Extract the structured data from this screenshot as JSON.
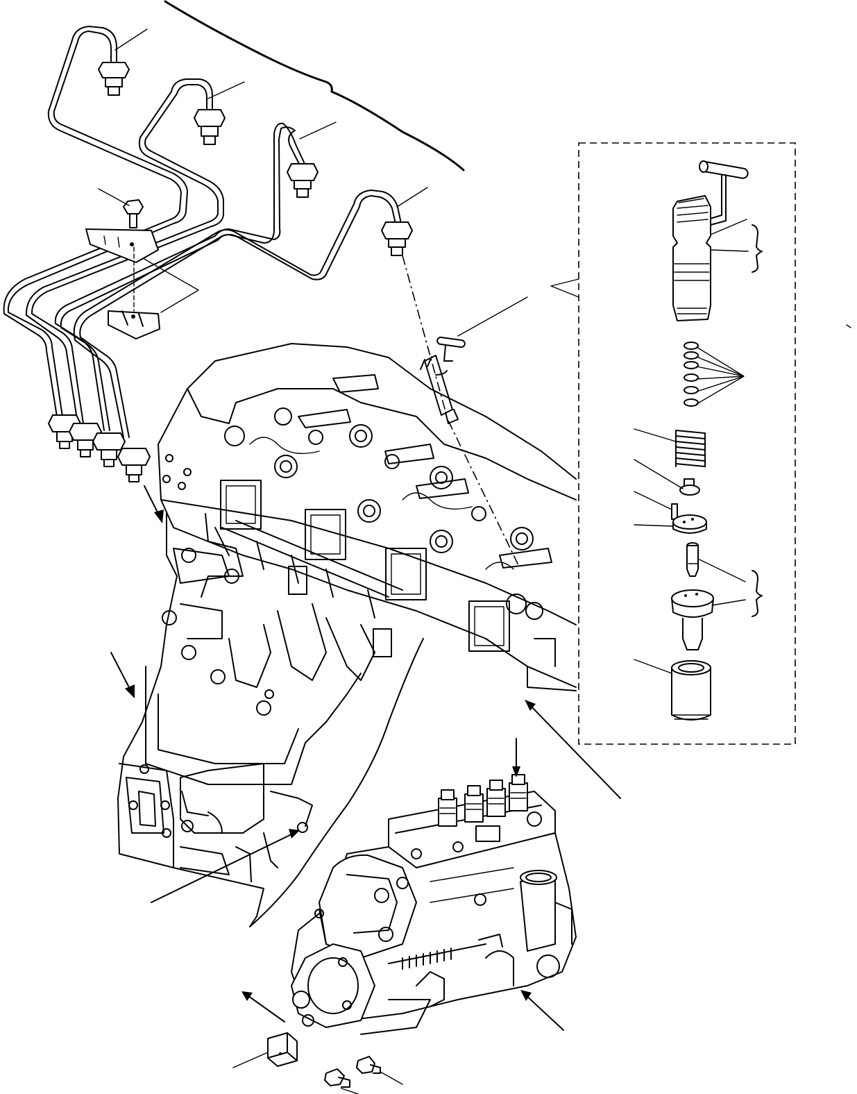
{
  "diagram": {
    "kind": "exploded parts view",
    "components": [
      {
        "id": "injection-pipes",
        "icon": "fuel-pipe-icon"
      },
      {
        "id": "pipe-clamp",
        "icon": "clamp-icon"
      },
      {
        "id": "clamp-bolt",
        "icon": "bolt-icon"
      },
      {
        "id": "cylinder-head",
        "icon": "cylinder-head-icon"
      },
      {
        "id": "cylinder-block",
        "icon": "engine-block-icon"
      },
      {
        "id": "fuel-injector",
        "icon": "injector-icon"
      },
      {
        "id": "injection-pump",
        "icon": "pump-icon"
      },
      {
        "id": "pump-bracket",
        "icon": "bracket-icon"
      }
    ],
    "injector_detail_parts": [
      {
        "id": "leak-off-pipe",
        "icon": "pipe-icon"
      },
      {
        "id": "injector-body",
        "icon": "injector-body-icon"
      },
      {
        "id": "shims",
        "icon": "washer-icon"
      },
      {
        "id": "spring",
        "icon": "spring-icon"
      },
      {
        "id": "spring-seat",
        "icon": "seat-icon"
      },
      {
        "id": "pin",
        "icon": "pin-icon"
      },
      {
        "id": "spacer",
        "icon": "spacer-icon"
      },
      {
        "id": "needle-valve",
        "icon": "needle-icon"
      },
      {
        "id": "nozzle",
        "icon": "nozzle-icon"
      },
      {
        "id": "retaining-nut",
        "icon": "nut-icon"
      }
    ],
    "line_color": "#000000",
    "background": "#ffffff"
  }
}
